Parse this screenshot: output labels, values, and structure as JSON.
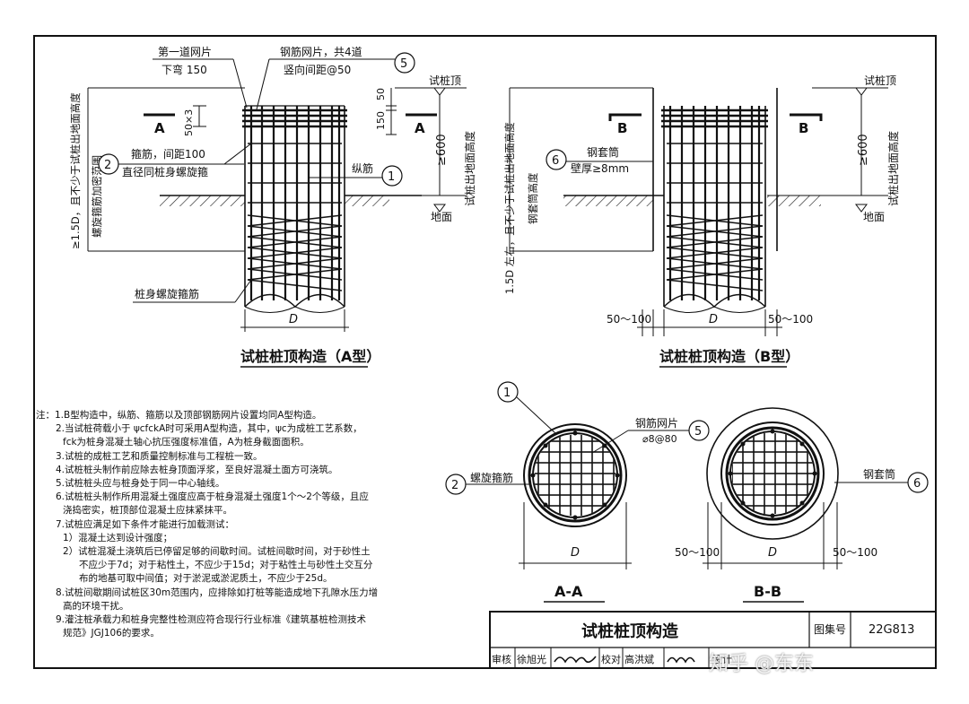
{
  "type_a": {
    "first_mesh": "第一道网片",
    "bend_down": "下弯 150",
    "mesh_count": "钢筋网片，共4道",
    "mesh_spacing": "竖向间距@50",
    "dim_50x3": "50×3",
    "dim_50": "50",
    "dim_150": "150",
    "stirrup_line1": "箍筋，间距100",
    "stirrup_line2": "直径同桩身螺旋箍",
    "longitudinal": "纵筋",
    "spiral": "桩身螺旋箍筋",
    "left_vertical": "≥1.5D，且不少于试桩出地面高度",
    "left_vertical2": "螺旋箍筋加密范围",
    "pile_top": "试桩顶",
    "ge600": "≥600",
    "height_above": "试桩出地面高度",
    "ground": "地面",
    "section": "A",
    "diameter": "D",
    "caption": "试桩桩顶构造（A型）",
    "callout_1": "1",
    "callout_2": "2",
    "callout_5": "5"
  },
  "type_b": {
    "steel_sleeve": "钢套筒",
    "wall_thickness": "壁厚≥8mm",
    "left_vertical": "1.5D 左右，且不少于试桩出地面高度",
    "left_vertical2": "钢套筒高度",
    "pile_top": "试桩顶",
    "ge600": "≥600",
    "height_above": "试桩出地面高度",
    "ground": "地面",
    "section": "B",
    "dim_side": "50～100",
    "diameter": "D",
    "caption": "试桩桩顶构造（B型）",
    "callout_6": "6"
  },
  "section_aa": {
    "mesh": "钢筋网片",
    "mesh_spec": "⌀8@80",
    "spiral": "螺旋箍筋",
    "diameter": "D",
    "caption": "A-A",
    "callout_1": "1",
    "callout_2": "2",
    "callout_5": "5"
  },
  "section_bb": {
    "sleeve": "钢套筒",
    "dim_side": "50～100",
    "diameter": "D",
    "caption": "B-B",
    "callout_6": "6"
  },
  "notes": {
    "n1": "注：1.B型构造中，纵筋、箍筋以及顶部钢筋网片设置均同A型构造。",
    "n2a": "2.当试桩荷载小于 ψcfckA时可采用A型构造，其中，ψc为成桩工艺系数，",
    "n2b": "fck为桩身混凝土轴心抗压强度标准值，A为桩身截面面积。",
    "n3": "3.试桩的成桩工艺和质量控制标准与工程桩一致。",
    "n4": "4.试桩桩头制作前应除去桩身顶面浮浆，至良好混凝土面方可浇筑。",
    "n5": "5.试桩桩头应与桩身处于同一中心轴线。",
    "n6a": "6.试桩桩头制作所用混凝土强度应高于桩身混凝土强度1个～2个等级，且应",
    "n6b": "浇捣密实，桩顶部位混凝土应抹紧抹平。",
    "n7": "7.试桩应满足如下条件才能进行加载测试：",
    "n7_1": "1）混凝土达到设计强度；",
    "n7_2a": "2）试桩混凝土浇筑后已停留足够的间歇时间。试桩间歇时间，对于砂性土",
    "n7_2b": "不应少于7d；对于粘性土，不应少于15d；对于粘性土与砂性土交互分",
    "n7_2c": "布的地基可取中间值；对于淤泥或淤泥质土，不应少于25d。",
    "n8a": "8.试桩间歇期间试桩区30m范围内，应排除如打桩等能造成地下孔隙水压力增",
    "n8b": "高的环境干扰。",
    "n9a": "9.灌注桩承载力和桩身完整性检测应符合现行行业标准《建筑基桩检测技术",
    "n9b": "规范》JGJ106的要求。"
  },
  "title_block": {
    "title": "试桩桩顶构造",
    "atlas_label": "图集号",
    "atlas_no": "22G813",
    "review_label": "审核",
    "reviewer": "徐旭光",
    "check_label": "校对",
    "checker": "高洪斌",
    "design_label": "设计"
  },
  "watermark": "知乎 @东东"
}
